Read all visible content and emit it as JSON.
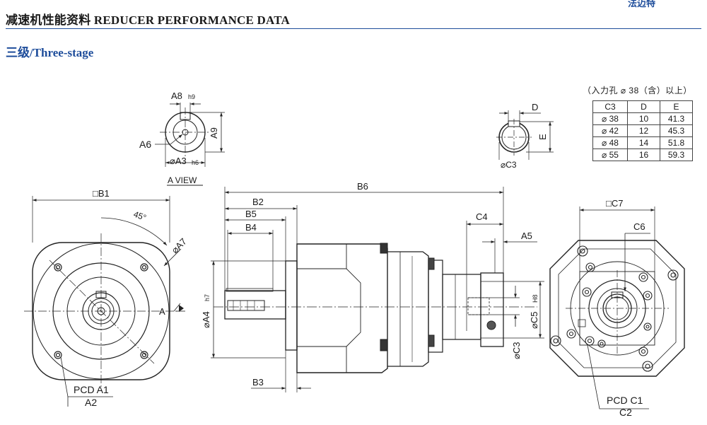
{
  "header": {
    "brand": "法迈特",
    "title": "减速机性能资料 REDUCER PERFORMANCE DATA",
    "accent_color": "#1e4d9b"
  },
  "section": {
    "title": "三级/Three-stage"
  },
  "labels": {
    "a8": "A8",
    "h9": "h9",
    "a9": "A9",
    "a6": "A6",
    "a3": "⌀A3",
    "h6": "h6",
    "a_view": "A VIEW",
    "b1": "□B1",
    "angle": "45°",
    "a7": "⌀A7",
    "a_arrow": "A",
    "pcd_a1": "PCD A1",
    "a2": "A2",
    "b6": "B6",
    "b2": "B2",
    "b5": "B5",
    "b4": "B4",
    "b3": "B3",
    "a4": "⌀A4",
    "h7": "h7",
    "c4": "C4",
    "a5": "A5",
    "c5": "⌀C5",
    "h8": "H8",
    "c3_side": "⌀C3",
    "d": "D",
    "e": "E",
    "c3_key": "⌀C3",
    "c7": "□C7",
    "c6": "C6",
    "pcd_c1": "PCD C1",
    "c2": "C2"
  },
  "table": {
    "note": "（入力孔 ⌀ 38（含）以上）",
    "headers": [
      "C3",
      "D",
      "E"
    ],
    "rows": [
      [
        "⌀ 38",
        "10",
        "41.3"
      ],
      [
        "⌀ 42",
        "12",
        "45.3"
      ],
      [
        "⌀ 48",
        "14",
        "51.8"
      ],
      [
        "⌀ 55",
        "16",
        "59.3"
      ]
    ]
  }
}
